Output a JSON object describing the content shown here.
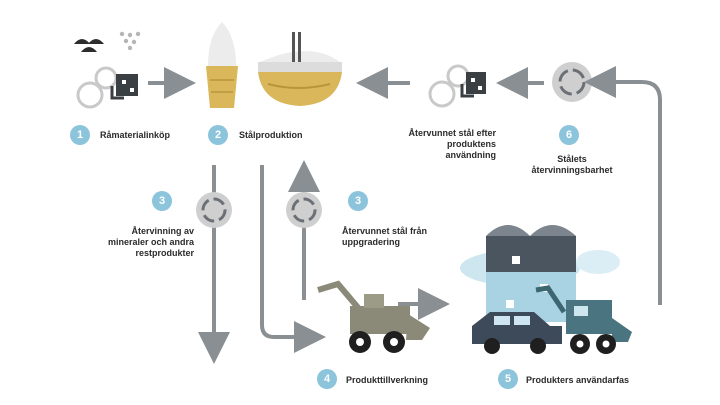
{
  "steps": [
    {
      "number": "1",
      "label": "Råmaterialinköp"
    },
    {
      "number": "2",
      "label": "Stålproduktion"
    },
    {
      "number": "3",
      "label": "Återvinning av mineraler och andra restprodukter"
    },
    {
      "number": "3",
      "label": "Återvunnet stål från uppgradering"
    },
    {
      "number": "4",
      "label": "Produkttillverkning"
    },
    {
      "number": "5",
      "label": "Produkters användarfas"
    },
    {
      "number": "6",
      "label": "Stålets återvinningsbarhet"
    }
  ],
  "recycled_after_use": "Återvunnet stål efter produktens användning",
  "icons": [
    "raw-material-pile-icon",
    "scrap-metal-icon",
    "converter-icon",
    "ladle-icon",
    "recycle-icon",
    "excavator-icon",
    "truck-icon",
    "car-icon",
    "building-icon"
  ],
  "colors": {
    "badge": "#8cc4dc",
    "arrow": "#8a8f93",
    "ochre": "#d9b75a",
    "slate": "#4a5560",
    "sky": "#cde6f0"
  }
}
